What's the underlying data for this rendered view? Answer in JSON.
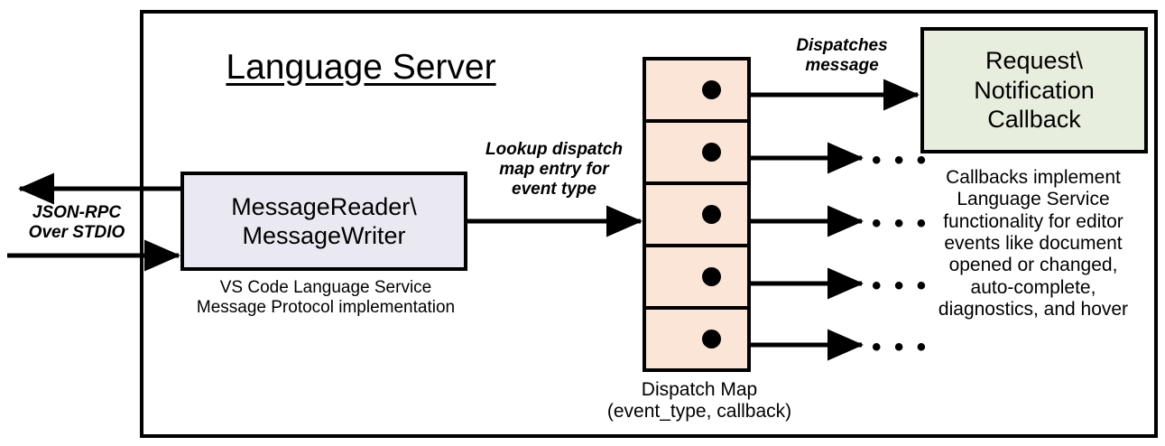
{
  "diagram": {
    "title": "Language Server",
    "frame_label": "language-server-boundary"
  },
  "protocol": {
    "label": "JSON-RPC\nOver STDIO",
    "outbound_arrow": "arrow-left-out",
    "inbound_arrow": "arrow-right-in"
  },
  "reader_writer": {
    "label": "MessageReader\\\nMessageWriter",
    "caption": "VS Code Language Service\nMessage Protocol implementation",
    "fill": "#eae8f1"
  },
  "lookup": {
    "label": "Lookup dispatch\nmap entry for\nevent type"
  },
  "dispatch_map": {
    "caption": "Dispatch Map\n(event_type, callback)",
    "fill": "#fbe5d6",
    "rows": [
      {
        "id": "row-1",
        "target": "callback-box"
      },
      {
        "id": "row-2",
        "target": "ellipsis"
      },
      {
        "id": "row-3",
        "target": "ellipsis"
      },
      {
        "id": "row-4",
        "target": "ellipsis"
      },
      {
        "id": "row-5",
        "target": "ellipsis"
      }
    ],
    "ellipsis": "• • •"
  },
  "dispatch_message": {
    "label": "Dispatches\nmessage"
  },
  "callback": {
    "label": "Request\\\nNotification\nCallback",
    "caption": "Callbacks implement\nLanguage Service\nfunctionality for editor\nevents like document\nopened or changed,\nauto-complete,\ndiagnostics, and hover",
    "fill": "#e8eedd"
  },
  "colors": {
    "stroke": "#000000",
    "background": "#ffffff",
    "reader_writer_fill": "#eae8f1",
    "dispatch_fill": "#fbe5d6",
    "callback_fill": "#e8eedd"
  }
}
